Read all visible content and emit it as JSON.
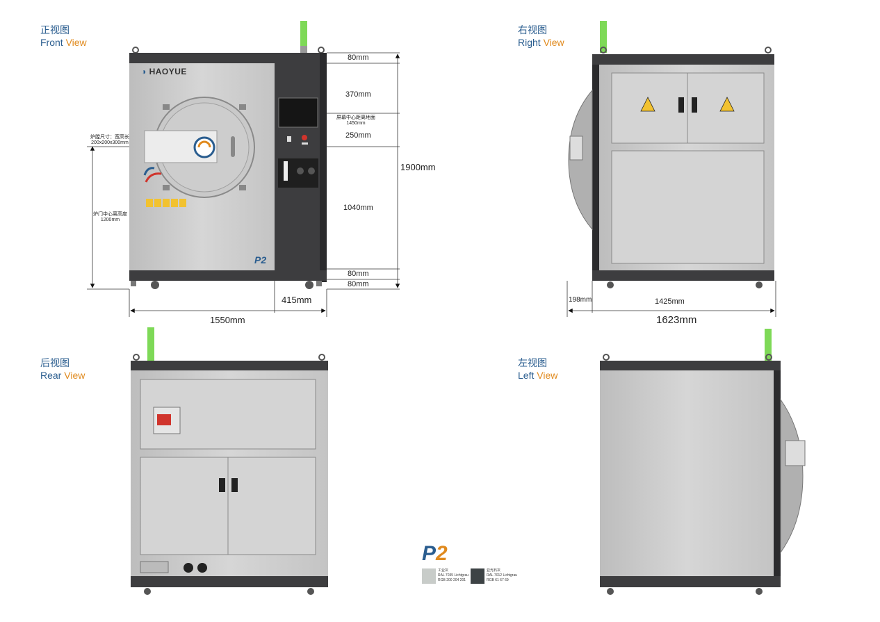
{
  "colors": {
    "body_light": "#cfcfcf",
    "body_dark": "#3d3d3f",
    "green_mast": "#7ed957",
    "accent_blue": "#2a5d8f",
    "accent_orange": "#e08a1e",
    "red_switch": "#d0342c"
  },
  "views": {
    "front": {
      "cn": "正视图",
      "en_main": "Front",
      "en_acc": "View"
    },
    "right": {
      "cn": "右视图",
      "en_main": "Right",
      "en_acc": "View"
    },
    "rear": {
      "cn": "后视图",
      "en_main": "Rear",
      "en_acc": "View"
    },
    "left": {
      "cn": "左视图",
      "en_main": "Left",
      "en_acc": "View"
    }
  },
  "brand": {
    "name": "HAOYUE",
    "model": "P2"
  },
  "front_dims": {
    "d80_top": "80mm",
    "d370": "370mm",
    "screen_center_cn": "屏幕中心距离地面",
    "screen_center_val": "1450mm",
    "d250": "250mm",
    "d1900": "1900mm",
    "d1040": "1040mm",
    "d80_mid": "80mm",
    "d80_bot": "80mm",
    "d415": "415mm",
    "d1550": "1550mm",
    "chamber_size_cn": "炉膛尺寸：宽高长",
    "chamber_size_val": "200x200x300mm",
    "door_center_cn": "炉门中心离高度",
    "door_center_val": "1200mm"
  },
  "right_dims": {
    "d198": "198mm",
    "d1425": "1425mm",
    "d1623": "1623mm"
  },
  "swatches": [
    {
      "name": "工业灰",
      "ral": "RAL 7035 Lichtgrau",
      "rgb": "RGB 200 204 201"
    },
    {
      "name": "亚光石灰",
      "ral": "RAL 7012 Lichtgrau",
      "rgb": "RGB 61 67 69"
    }
  ]
}
